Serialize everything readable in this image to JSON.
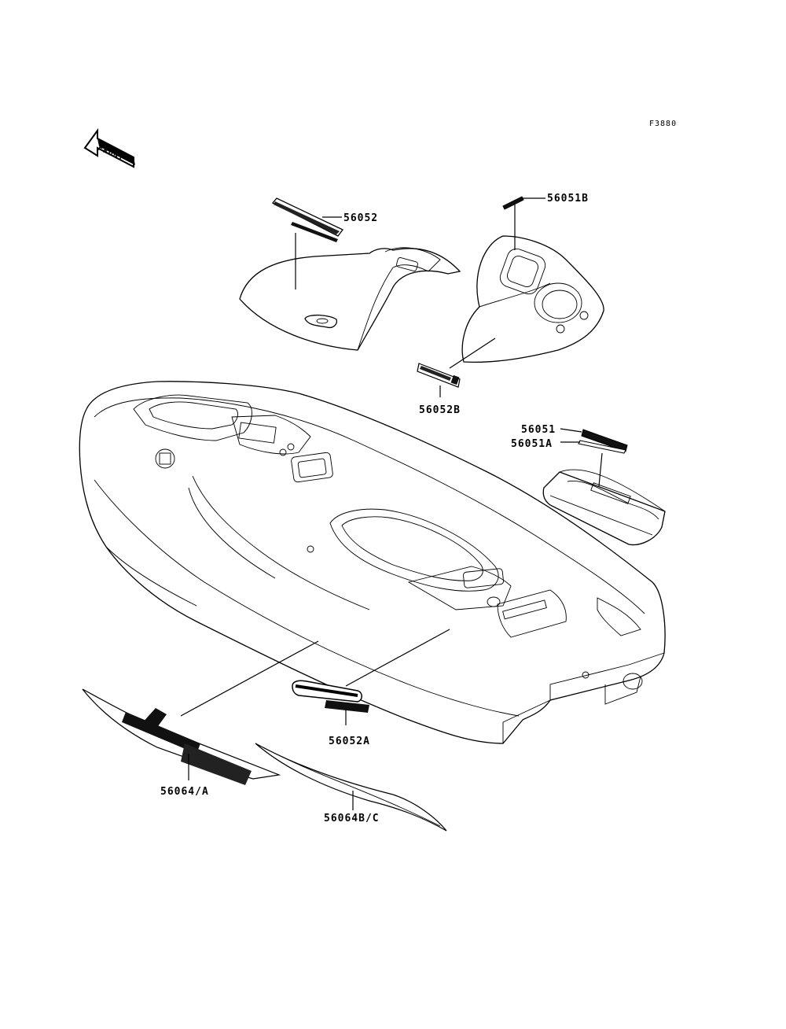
{
  "figure_code": "F3880",
  "front_label": "FRONT",
  "part_labels": {
    "p56052": "56052",
    "p56051B": "56051B",
    "p56052B": "56052B",
    "p56051": "56051",
    "p56051A": "56051A",
    "p56052A": "56052A",
    "p56064A": "56064/A",
    "p56064BC": "56064B/C"
  }
}
